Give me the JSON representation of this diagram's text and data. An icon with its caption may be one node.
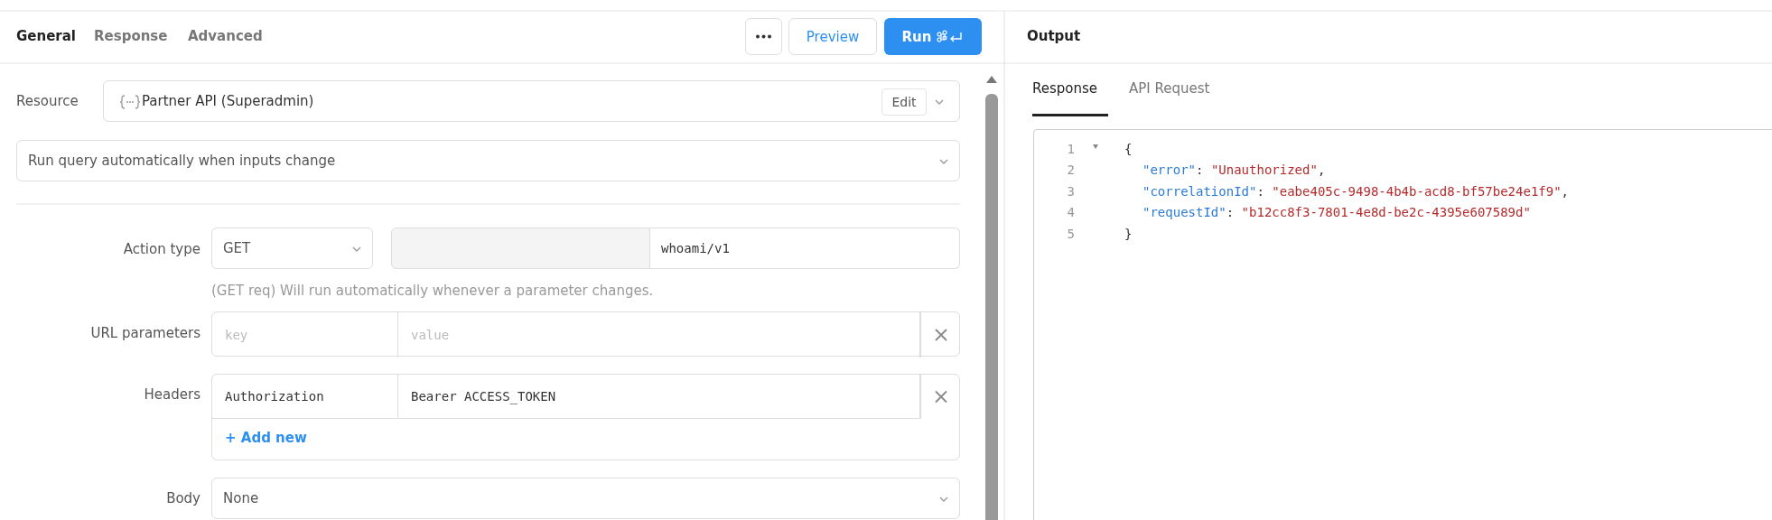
{
  "diagram": {
    "nodes": [
      {
        "text": [
          "Preview"
        ]
      },
      {
        "text": [
          "Run"
        ]
      },
      {
        "text": [
          "Partner API (Superadmin)"
        ]
      },
      {
        "text": [
          "Edit"
        ],
        "in": 2
      },
      {
        "text": [
          "Run query automatically when inputs change"
        ]
      },
      {
        "text": [
          "GET"
        ]
      },
      {
        "text": [],
        "shape": "box"
      },
      {
        "text": [
          "whoami/v1"
        ]
      },
      {
        "text": [],
        "shape": "box"
      },
      {
        "text": [
          "key"
        ],
        "in": 8
      },
      {
        "text": [
          "value"
        ],
        "in": 8
      },
      {
        "text": [],
        "shape": "box"
      },
      {
        "text": [
          "Authorization"
        ],
        "in": 11
      },
      {
        "text": [
          "Bearer ACCESS_TOKEN"
        ],
        "in": 11
      },
      {
        "text": [
          "+ Add new"
        ],
        "in": 11
      },
      {
        "text": [
          "None"
        ]
      },
      {
        "text": [],
        "shape": "box"
      }
    ],
    "labels": [
      "General",
      "Response",
      "Advanced",
      "Resource",
      "Action type",
      "(GET req) Will run automatically whenever a parameter changes.",
      "URL parameters",
      "Headers",
      "Body",
      "Output",
      "Response",
      "API Request",
      "1",
      "{",
      "2",
      "\"error\": \"Unauthorized\",",
      "3",
      "\"correlationId\": \"eabe405c-9498-4b4b-acd8-bf57be24e1f9\",",
      "4",
      "\"requestId\": \"b12cc8f3-7801-4e8d-be2c-4395e607589d\"",
      "5",
      "}"
    ]
  }
}
